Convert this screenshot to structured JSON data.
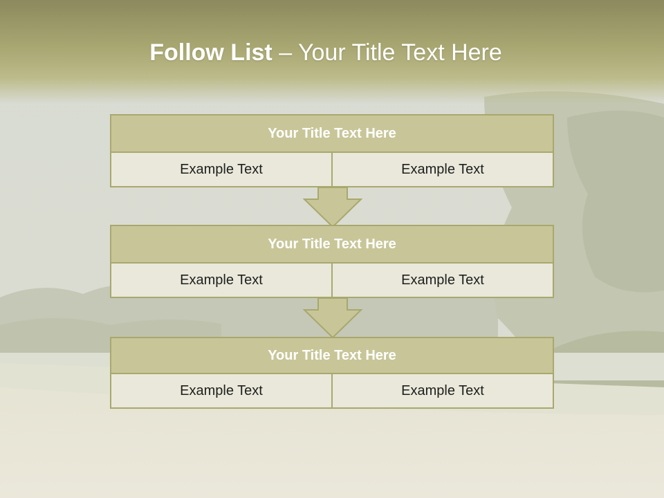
{
  "slide": {
    "title_strong": "Follow List",
    "title_rest": " – Your Title Text Here"
  },
  "steps": [
    {
      "title": "Your Title Text Here",
      "left": "Example Text",
      "right": "Example Text"
    },
    {
      "title": "Your Title Text Here",
      "left": "Example Text",
      "right": "Example Text"
    },
    {
      "title": "Your Title Text Here",
      "left": "Example Text",
      "right": "Example Text"
    }
  ],
  "colors": {
    "header": "#a8a671",
    "box_title": "#c8c698",
    "box_border": "#a8a86e",
    "cell": "#e9e8da",
    "arrow": "#c8c698"
  },
  "icons": [
    "down-arrow-icon"
  ]
}
